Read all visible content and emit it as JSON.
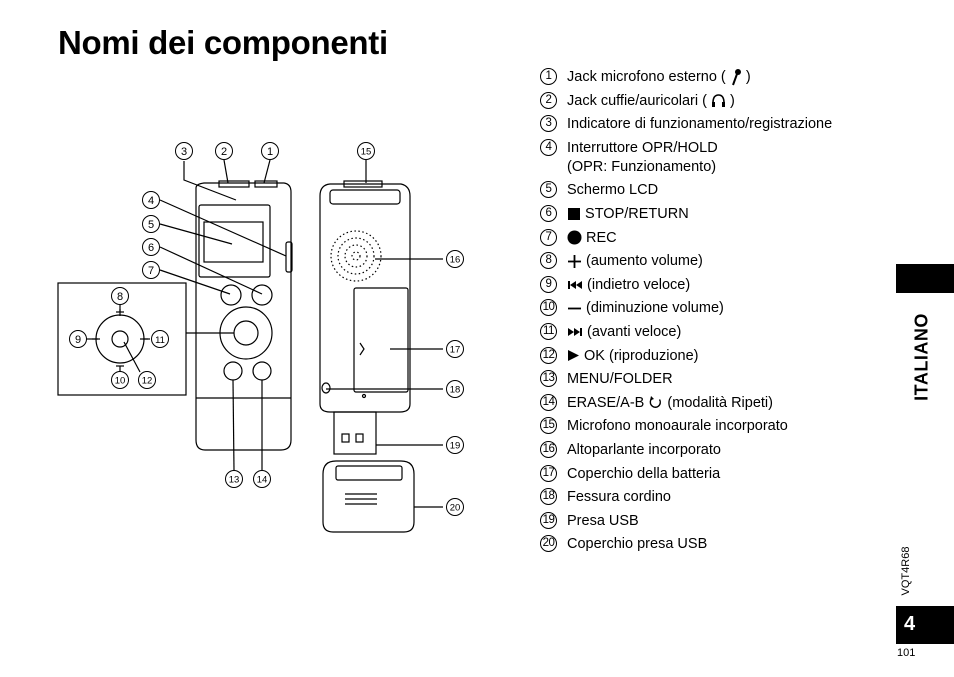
{
  "page": {
    "title": "Nomi dei componenti",
    "language": "ITALIANO",
    "doc_code": "VQT4R68",
    "page_number": "4",
    "sub_page": "101"
  },
  "parts": [
    {
      "num": "1",
      "text": "Jack microfono esterno (",
      "after": ")",
      "icon": "microphone-icon"
    },
    {
      "num": "2",
      "text": "Jack cuffie/auricolari (",
      "after": ")",
      "icon": "headphones-icon"
    },
    {
      "num": "3",
      "text": "Indicatore di funzionamento/registrazione"
    },
    {
      "num": "4",
      "text": "Interruttore OPR/HOLD",
      "sub": "(OPR: Funzionamento)"
    },
    {
      "num": "5",
      "text": "Schermo LCD"
    },
    {
      "num": "6",
      "text": "STOP/RETURN",
      "icon": "stop-icon"
    },
    {
      "num": "7",
      "text": "REC",
      "icon": "record-icon"
    },
    {
      "num": "8",
      "text": "(aumento volume)",
      "icon": "plus-icon"
    },
    {
      "num": "9",
      "text": "(indietro veloce)",
      "icon": "rewind-icon"
    },
    {
      "num": "10",
      "text": "(diminuzione volume)",
      "icon": "minus-icon"
    },
    {
      "num": "11",
      "text": "(avanti veloce)",
      "icon": "fast-forward-icon"
    },
    {
      "num": "12",
      "text": "OK (riproduzione)",
      "icon": "play-icon"
    },
    {
      "num": "13",
      "text": "MENU/FOLDER"
    },
    {
      "num": "14",
      "text": "ERASE/A-B",
      "after": "(modalità Ripeti)",
      "icon": "repeat-icon"
    },
    {
      "num": "15",
      "text": "Microfono monoaurale incorporato"
    },
    {
      "num": "16",
      "text": "Altoparlante incorporato"
    },
    {
      "num": "17",
      "text": "Coperchio della batteria"
    },
    {
      "num": "18",
      "text": "Fessura cordino"
    },
    {
      "num": "19",
      "text": "Presa USB"
    },
    {
      "num": "20",
      "text": "Coperchio presa USB"
    }
  ],
  "callouts": {
    "c1": "1",
    "c2": "2",
    "c3": "3",
    "c4": "4",
    "c5": "5",
    "c6": "6",
    "c7": "7",
    "c8": "8",
    "c9": "9",
    "c10": "10",
    "c11": "11",
    "c12": "12",
    "c13": "13",
    "c14": "14",
    "c15": "15",
    "c16": "16",
    "c17": "17",
    "c18": "18",
    "c19": "19",
    "c20": "20"
  }
}
